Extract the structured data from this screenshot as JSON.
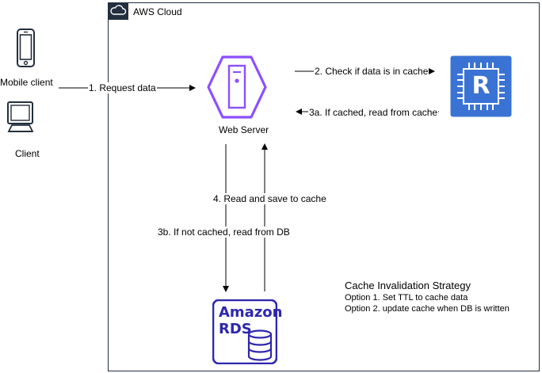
{
  "cloud": {
    "label": "AWS Cloud",
    "icon": "aws-cloud-icon",
    "border_color": "#232F3E"
  },
  "clients": {
    "mobile_label": "Mobile client",
    "desktop_label": "Client",
    "mobile_icon": "mobile-phone-icon",
    "desktop_icon": "desktop-computer-icon"
  },
  "web_server": {
    "label": "Web Server",
    "icon": "ec2-instance-icon",
    "color": "#8C4FFF"
  },
  "cache": {
    "icon": "elasticache-redis-icon",
    "letter": "R",
    "color": "#3B73D4"
  },
  "rds": {
    "line1": "Amazon",
    "line2": "RDS",
    "icon": "amazon-rds-icon",
    "color": "#2E27AD"
  },
  "arrows": {
    "request": "1. Request data",
    "check_cache": "2. Check if data is in cache",
    "read_cache": "3a. If cached, read from cache",
    "read_db": "3b. If not cached, read from DB",
    "save_cache": "4. Read and save to cache"
  },
  "strategy": {
    "title": "Cache Invalidation Strategy",
    "option1": "Option 1. Set TTL to cache data",
    "option2": "Option 2. update cache when DB is written"
  }
}
